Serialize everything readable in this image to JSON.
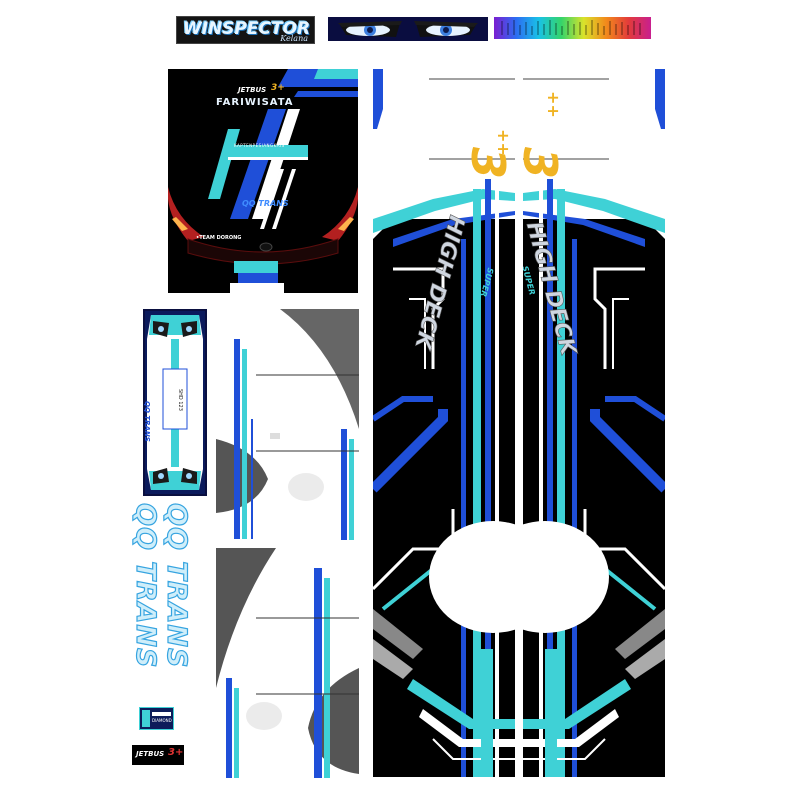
{
  "top_strip": {
    "brand_logo_text": "WINSPECTOR",
    "brand_logo_sub": "Kelana",
    "eyes_panel": "eyes-graphic",
    "spectrum_panel": "color-spectrum"
  },
  "rear_panel": {
    "badge": "JETBUS",
    "badge_suffix": "3+",
    "service_label": "FARIWISATA",
    "small_label": "KAPTENPESIANGKAIS",
    "operator": "QQ TRANS",
    "team_label": "•TEAM DORONG"
  },
  "front_panel": {
    "operator": "QQ TRANS",
    "plate": "QQ TRANS",
    "small_plate": "SHD 123"
  },
  "side_panels": {
    "model_label": "HIGH DECK",
    "model_prefix": "SUPER",
    "badge_number": "3",
    "badge_plus": "++"
  },
  "operator_vertical": [
    "QQ TRANS",
    "QQ TRANS"
  ],
  "bottom_badges": {
    "small_badge": "DIAMOND",
    "jetbus_badge": "JETBUS",
    "jetbus_suffix": "3+"
  },
  "colors": {
    "black": "#000000",
    "cyan": "#3fd1d6",
    "blue": "#1f4fd8",
    "white": "#ffffff",
    "gold": "#f0b323",
    "gray": "#555555",
    "red": "#c0392b"
  }
}
